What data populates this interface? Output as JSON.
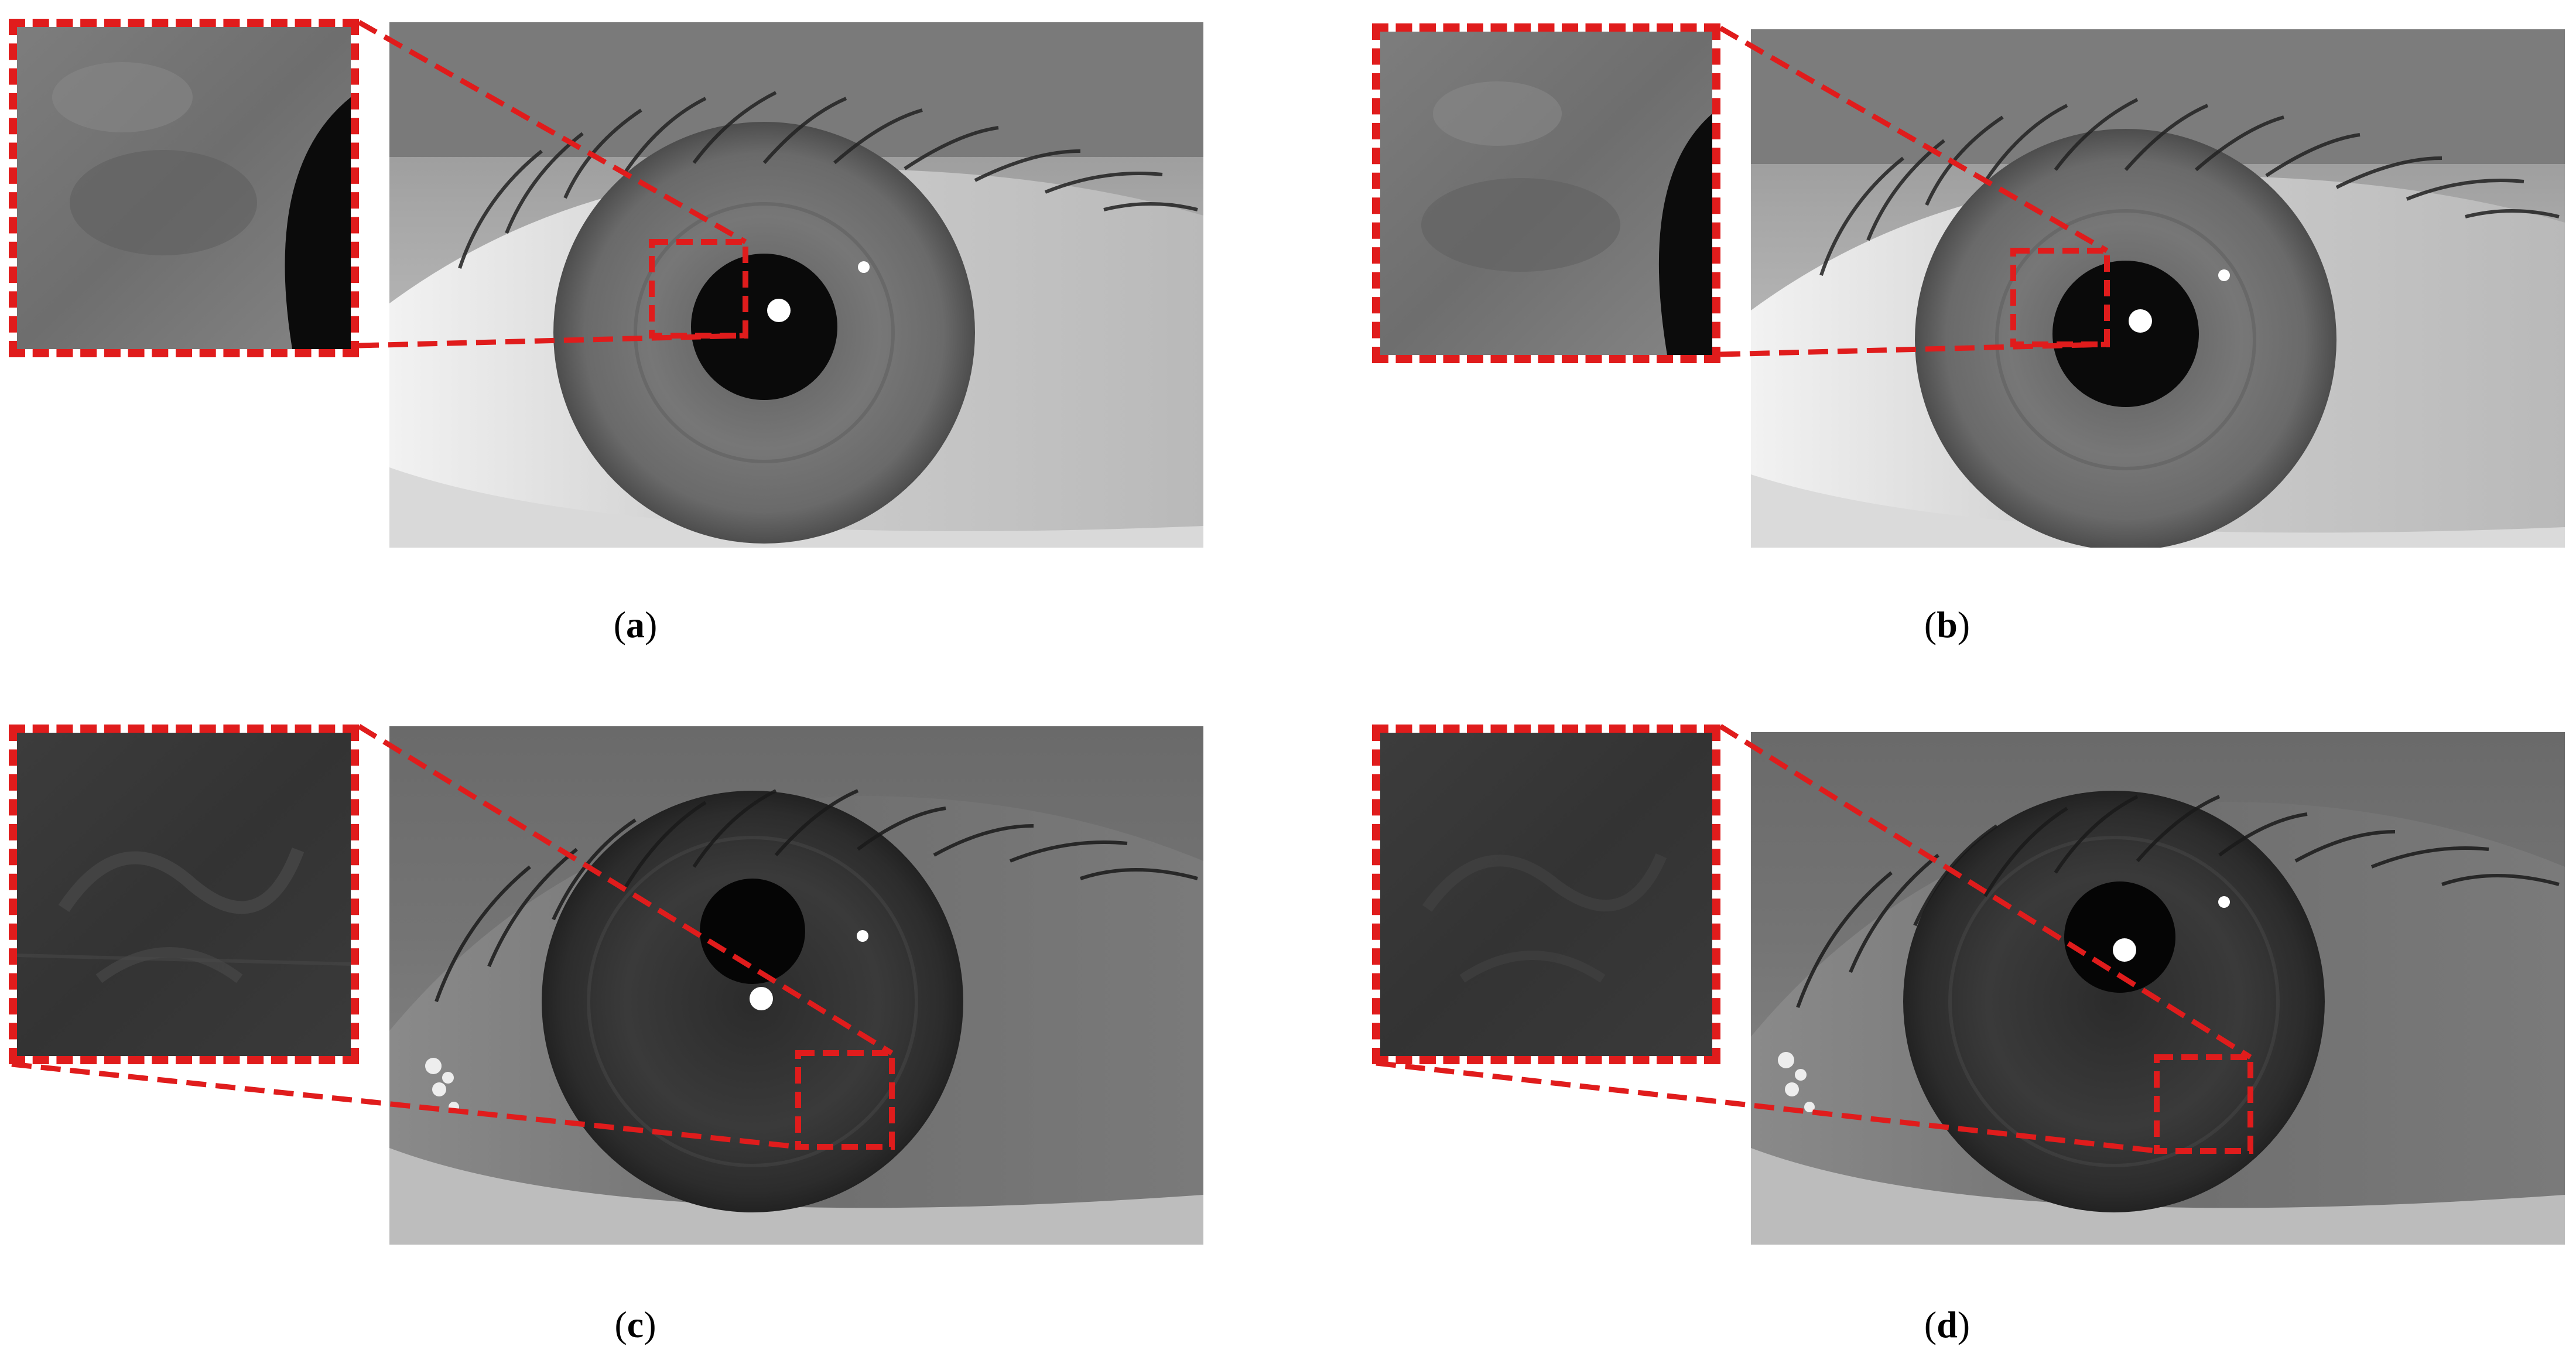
{
  "figure": {
    "panels": [
      {
        "id": "a",
        "label": "a",
        "tone": "light"
      },
      {
        "id": "b",
        "label": "b",
        "tone": "light"
      },
      {
        "id": "c",
        "label": "c",
        "tone": "dark"
      },
      {
        "id": "d",
        "label": "d",
        "tone": "dark"
      }
    ],
    "highlight_color": "#e01c1c",
    "caption_format": "(letter)"
  }
}
